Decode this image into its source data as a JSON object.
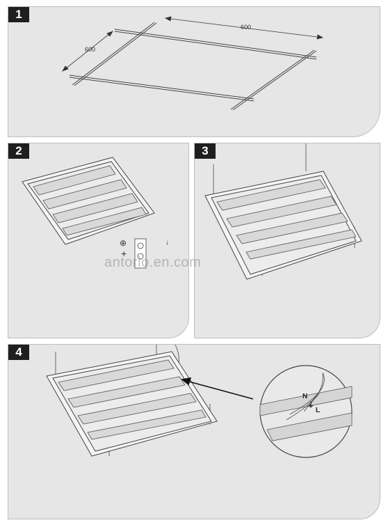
{
  "steps": [
    {
      "label": "1"
    },
    {
      "label": "2"
    },
    {
      "label": "3"
    },
    {
      "label": "4"
    }
  ],
  "dimensions": {
    "width": "600",
    "depth": "600"
  },
  "symbols": {
    "plus": "+",
    "crosshair": "⊕",
    "arrow_down": "↓"
  },
  "wiring": {
    "neutral": "N",
    "live": "L",
    "ground": "⏚"
  },
  "watermark": "antorio.en.com",
  "colors": {
    "panel_bg": "#e6e6e6",
    "badge_bg": "#1f1f1f",
    "line": "#444444"
  }
}
